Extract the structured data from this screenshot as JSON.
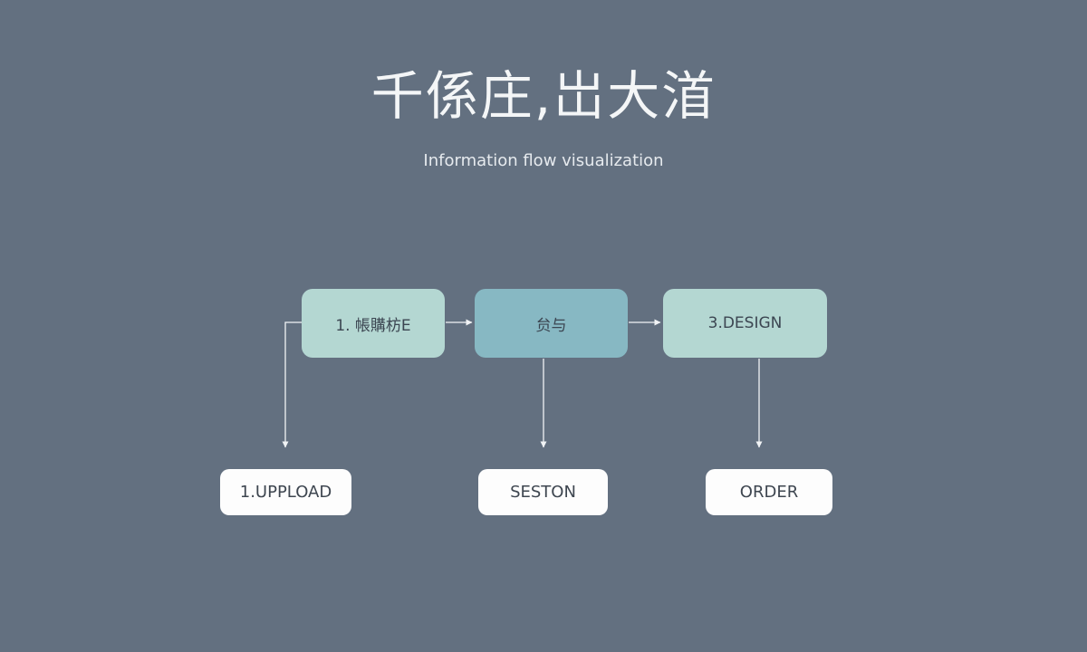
{
  "header": {
    "title": "千係庄,岀大渞",
    "subtitle": "Information flow visualization"
  },
  "steps": [
    {
      "label": "1. 帳購枋E"
    },
    {
      "label": "贠与"
    },
    {
      "label": "3.DESIGN"
    }
  ],
  "outputs": [
    {
      "label": "1.UPPLOAD"
    },
    {
      "label": "SESTON"
    },
    {
      "label": "ORDER"
    }
  ],
  "colors": {
    "background": "#637080",
    "step_light": "#b4d7d2",
    "step_mid": "#87b8c3",
    "output_box": "#fdfdfd",
    "connector": "#f1f3f5"
  }
}
